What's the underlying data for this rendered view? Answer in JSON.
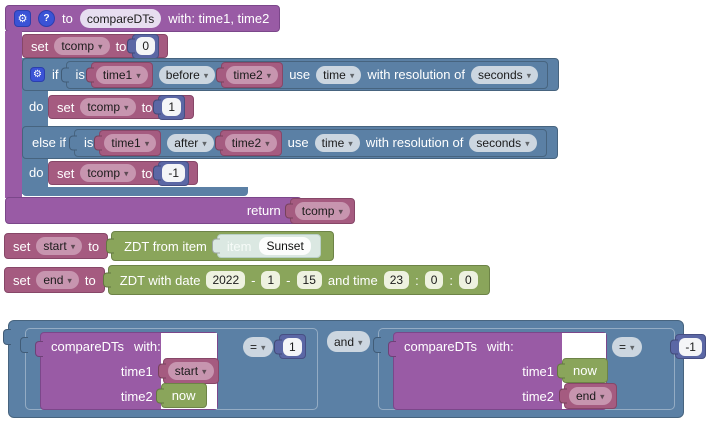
{
  "icons": {
    "gear": "⚙",
    "help": "?",
    "dropdown": "▾"
  },
  "colors": {
    "procedure_purple": "#995ba5",
    "variable_mauve": "#a55b80",
    "logic_blue": "#5b80a5",
    "math_blue": "#5b67a5",
    "datetime_green": "#8aa55b",
    "item_teal": "#dbe8e2",
    "icon_blue": "#3a53d6"
  },
  "function_def": {
    "to_label": "to",
    "name": "compareDTs",
    "params": "with: time1, time2",
    "return_label": "return",
    "return_var": "tcomp"
  },
  "statements": {
    "set_tcomp_init": {
      "set": "set",
      "var": "tcomp",
      "to": "to",
      "value": "0"
    },
    "if": {
      "if_label": "if",
      "do1": "do",
      "else_if": "else if",
      "do2": "do",
      "cond_before": {
        "is": "is",
        "left": "time1",
        "op": "before",
        "right": "time2",
        "use": "use",
        "unit": "time",
        "res_label": "with resolution of",
        "res": "seconds"
      },
      "cond_after": {
        "is": "is",
        "left": "time1",
        "op": "after",
        "right": "time2",
        "use": "use",
        "unit": "time",
        "res_label": "with resolution of",
        "res": "seconds"
      },
      "set_one": {
        "set": "set",
        "var": "tcomp",
        "to": "to",
        "value": "1"
      },
      "set_neg": {
        "set": "set",
        "var": "tcomp",
        "to": "to",
        "value": "-1"
      }
    },
    "set_start": {
      "set": "set",
      "var": "start",
      "to": "to",
      "fn": "ZDT from item",
      "item_label": "item",
      "item_value": "Sunset"
    },
    "set_end": {
      "set": "set",
      "var": "end",
      "to": "to",
      "fn": "ZDT with date",
      "year": "2022",
      "sep1": "-",
      "month": "1",
      "sep2": "-",
      "day": "15",
      "and_time": "and time",
      "hour": "23",
      "colon1": ":",
      "minute": "0",
      "colon2": ":",
      "second": "0"
    }
  },
  "expression": {
    "and_op": "and",
    "left": {
      "name": "compareDTs",
      "with_label": "with:",
      "p1": "time1",
      "v1": "start",
      "p2": "time2",
      "v2": "now",
      "op": "=",
      "num": "1"
    },
    "right": {
      "name": "compareDTs",
      "with_label": "with:",
      "p1": "time1",
      "v1": "now",
      "p2": "time2",
      "v2": "end",
      "op": "=",
      "num": "-1"
    }
  }
}
